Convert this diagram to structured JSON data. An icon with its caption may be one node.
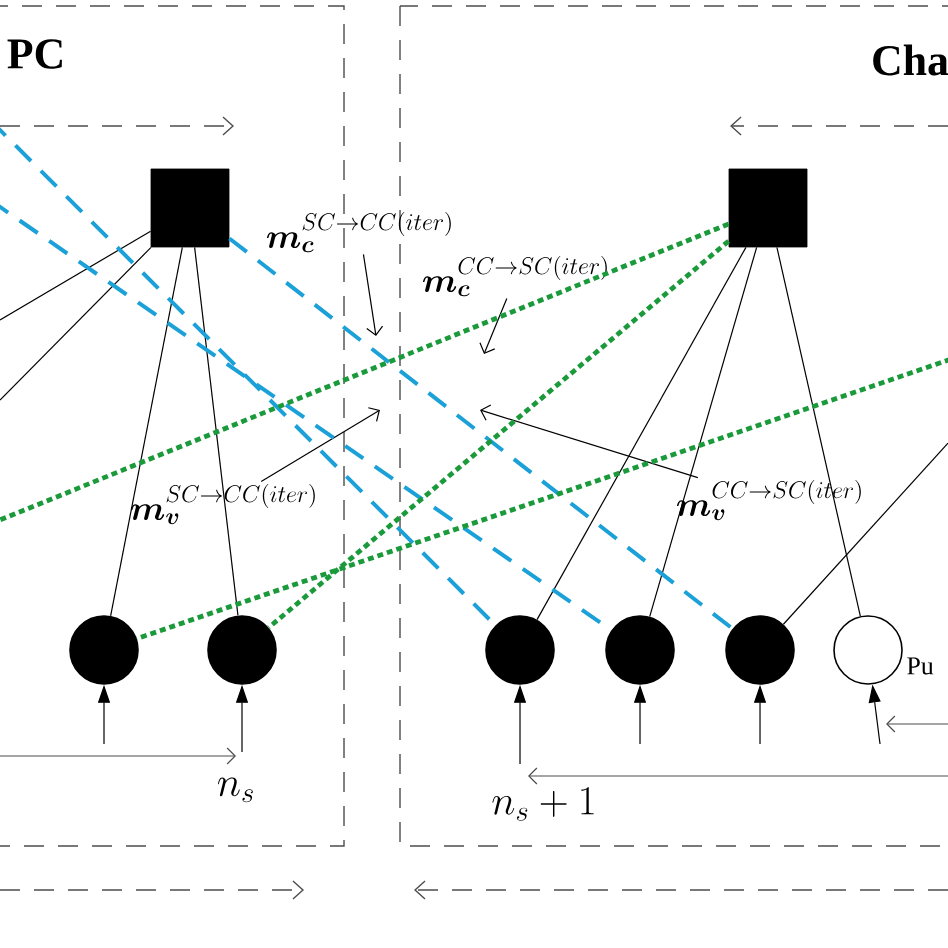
{
  "diagram": {
    "nodes": [
      {
        "text": [],
        "shape": "box"
      },
      {
        "text": [],
        "shape": "box"
      },
      {
        "text": [
          "\\boldsymbol{m}_{\\boldsymbol{c}}^{SC\\rightarrow CC(iter)}"
        ]
      },
      {
        "text": [
          "\\boldsymbol{m}_{\\boldsymbol{c}}^{CC\\rightarrow SC(iter)}"
        ]
      },
      {
        "text": [
          "\\boldsymbol{m}_{\\boldsymbol{v}}^{SC\\rightarrow CC(iter)}"
        ]
      },
      {
        "text": [
          "\\boldsymbol{m}_{\\boldsymbol{v}}^{CC\\rightarrow SC(iter)}"
        ]
      },
      {
        "text": [],
        "shape": "circle"
      },
      {
        "text": [],
        "shape": "circle"
      },
      {
        "text": [],
        "shape": "circle"
      },
      {
        "text": [],
        "shape": "circle"
      },
      {
        "text": [],
        "shape": "circle"
      },
      {
        "text": [],
        "shape": "circle",
        "beside": [
          "Pu"
        ]
      }
    ],
    "edges": [
      {
        "from": 2,
        "to": null,
        "arrow": "to"
      },
      {
        "from": 3,
        "to": null,
        "arrow": "to"
      },
      {
        "from": 4,
        "to": null,
        "arrow": "to"
      },
      {
        "from": 5,
        "to": null,
        "arrow": "to"
      },
      {
        "from": 0,
        "to": 6,
        "arrow": "none"
      },
      {
        "from": 0,
        "to": 7,
        "arrow": "none"
      },
      {
        "from": 0,
        "to": null,
        "arrow": "none"
      },
      {
        "from": 0,
        "to": null,
        "arrow": "none"
      },
      {
        "from": 1,
        "to": 8,
        "arrow": "none"
      },
      {
        "from": 1,
        "to": 9,
        "arrow": "none"
      },
      {
        "from": 1,
        "to": 11,
        "arrow": "none"
      },
      {
        "from": null,
        "to": 10,
        "arrow": "none"
      },
      {
        "from": 0,
        "to": 10,
        "arrow": "none",
        "style": "dashed",
        "color": "#1ba1d8"
      },
      {
        "from": null,
        "to": 8,
        "arrow": "none",
        "style": "dashed",
        "color": "#1ba1d8"
      },
      {
        "from": null,
        "to": 9,
        "arrow": "none",
        "style": "dashed",
        "color": "#1ba1d8"
      },
      {
        "from": 1,
        "to": 7,
        "arrow": "none",
        "style": "dashed",
        "color": "#1a9a3a"
      },
      {
        "from": null,
        "to": 6,
        "arrow": "none",
        "style": "dashed",
        "color": "#1a9a3a"
      },
      {
        "from": 1,
        "to": null,
        "arrow": "none",
        "style": "dashed",
        "color": "#1a9a3a"
      },
      {
        "from": null,
        "to": 6,
        "arrow": "to"
      },
      {
        "from": null,
        "to": 7,
        "arrow": "to"
      },
      {
        "from": null,
        "to": 8,
        "arrow": "to"
      },
      {
        "from": null,
        "to": 9,
        "arrow": "to"
      },
      {
        "from": null,
        "to": 10,
        "arrow": "to"
      },
      {
        "from": null,
        "to": 11,
        "arrow": "to"
      }
    ],
    "labels": [
      "PC",
      "Cha",
      "n_s",
      "n_s+1"
    ]
  }
}
